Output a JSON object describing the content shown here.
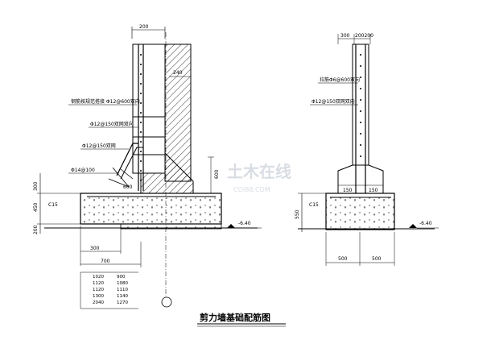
{
  "title": "剪力墙基础配筋图",
  "watermark": {
    "main": "土木在线",
    "sub": "COI88.COM"
  },
  "left_detail": {
    "dim_top": "200",
    "dim_240": "240",
    "dim_600_bottom": "600",
    "dim_600_right": "600",
    "dim_300_left": "300",
    "dim_450": "450",
    "dim_200": "200",
    "dim_300_bottom": "300",
    "dim_700": "700",
    "concrete": "C15",
    "elevation": "-6.40",
    "note_1": "钢筋按规范搭接 Φ12@600双向",
    "note_2": "Φ12@150双网双向",
    "note_3": "Φ12@150双网",
    "note_4": "Φ14@100",
    "table": [
      [
        "1020",
        "900"
      ],
      [
        "1120",
        "1080"
      ],
      [
        "1120",
        "1110"
      ],
      [
        "1300",
        "1140"
      ],
      [
        "2040",
        "1270"
      ]
    ]
  },
  "right_detail": {
    "dim_300": "300",
    "dim_200200": "200200",
    "dim_150_left": "150",
    "dim_150_right": "150",
    "dim_550": "550",
    "dim_500_left": "500",
    "dim_500_right": "500",
    "concrete": "C15",
    "elevation": "-6.40",
    "note_1": "拉筋Φ6@600双向",
    "note_2": "Φ12@150双网双向"
  }
}
